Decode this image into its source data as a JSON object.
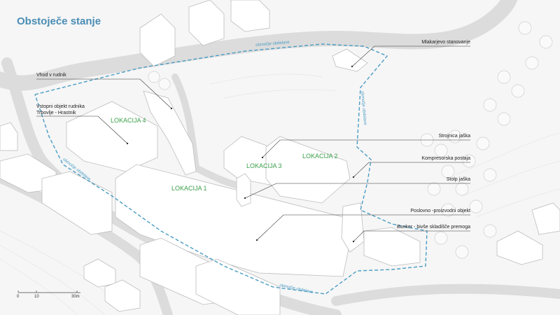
{
  "title": "Obstoječe stanje",
  "locations": [
    "LOKACIJA 1",
    "LOKACIJA 2",
    "LOKACIJA 3",
    "LOKACIJA 4"
  ],
  "labels": {
    "vhod": "Vhod v rudnik",
    "vstopni_1": "Vstopni objekt rudnika",
    "vstopni_2": "Trbovlje - Hrastnik",
    "mlakarjevo": "Mlakarjevo stanovanje",
    "strojnica": "Strojnica jaška",
    "kompresorska": "Kompresorska postaja",
    "stolp": "Stolp jaška",
    "poslovno": "Poslovno -proizvodni objekt",
    "bunker": "Bunker - bivše skladišče premoga"
  },
  "zone_label": "območje obdelave",
  "scale": {
    "ticks": [
      "0",
      "10",
      "30m"
    ]
  },
  "colors": {
    "boundary": "#4a9cc4",
    "location": "#3aa04a",
    "title": "#4a8db5"
  }
}
